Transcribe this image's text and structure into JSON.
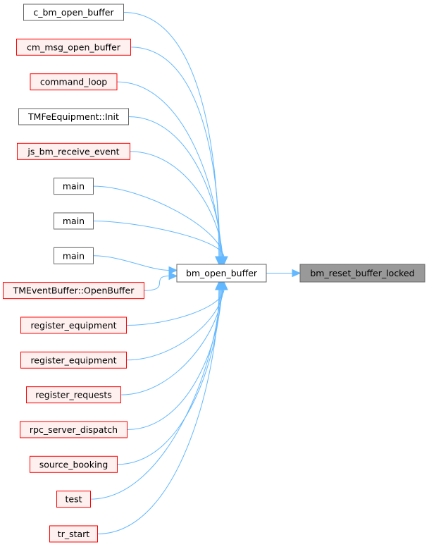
{
  "target": {
    "label": "bm_reset_buffer_locked"
  },
  "hub": {
    "label": "bm_open_buffer"
  },
  "callers": [
    {
      "label": "c_bm_open_buffer",
      "style": "normal"
    },
    {
      "label": "cm_msg_open_buffer",
      "style": "red"
    },
    {
      "label": "command_loop",
      "style": "red"
    },
    {
      "label": "TMFeEquipment::Init",
      "style": "normal"
    },
    {
      "label": "js_bm_receive_event",
      "style": "red"
    },
    {
      "label": "main",
      "style": "normal"
    },
    {
      "label": "main",
      "style": "normal"
    },
    {
      "label": "main",
      "style": "normal"
    },
    {
      "label": "TMEventBuffer::OpenBuffer",
      "style": "red"
    },
    {
      "label": "register_equipment",
      "style": "red"
    },
    {
      "label": "register_equipment",
      "style": "red"
    },
    {
      "label": "register_requests",
      "style": "red"
    },
    {
      "label": "rpc_server_dispatch",
      "style": "red"
    },
    {
      "label": "source_booking",
      "style": "red"
    },
    {
      "label": "test",
      "style": "red"
    },
    {
      "label": "tr_start",
      "style": "red"
    }
  ],
  "colors": {
    "normal_fill": "#ffffff",
    "normal_stroke": "#666666",
    "red_fill": "#fff0f0",
    "red_stroke": "#ff0000",
    "target_fill": "#999999",
    "target_stroke": "#666666",
    "edge": "#63b8ff"
  }
}
